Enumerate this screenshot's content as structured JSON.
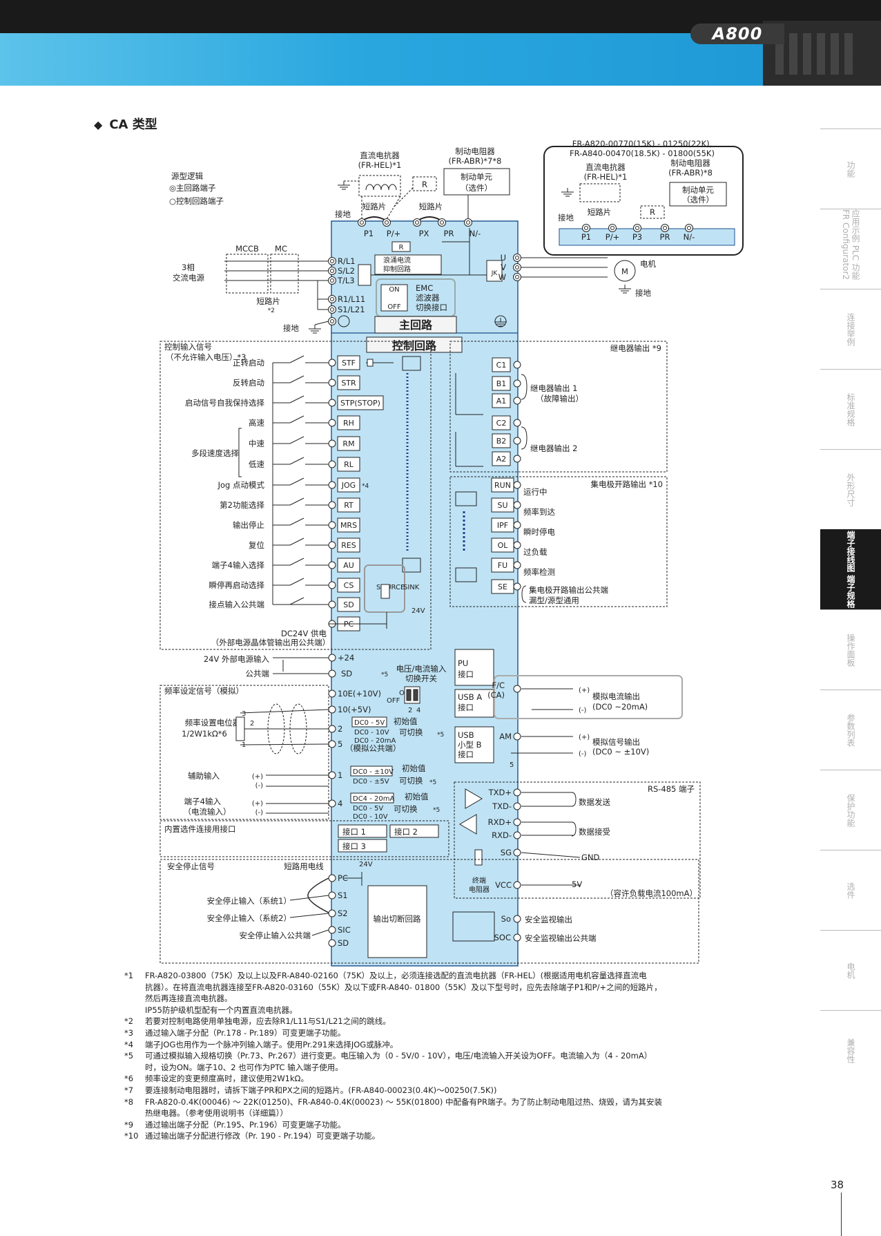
{
  "header": {
    "brand": "A800"
  },
  "section_title": "CA 类型",
  "sidebar": {
    "items": [
      {
        "label": "功能",
        "active": false
      },
      {
        "label": "应用示例 PLC 功能 FR Configurator2",
        "active": false
      },
      {
        "label": "连接举例",
        "active": false
      },
      {
        "label": "标准规格",
        "active": false
      },
      {
        "label": "外形尺寸",
        "active": false
      },
      {
        "label": "端子接线图 端子规格",
        "active": true
      },
      {
        "label": "操作面板",
        "active": false
      },
      {
        "label": "参数列表",
        "active": false
      },
      {
        "label": "保护功能",
        "active": false
      },
      {
        "label": "选件",
        "active": false
      },
      {
        "label": "电机",
        "active": false
      },
      {
        "label": "兼容性",
        "active": false
      }
    ]
  },
  "diagram": {
    "source_logic": [
      "源型逻辑",
      "◎主回路端子",
      "○控制回路端子"
    ],
    "dc_reactor": [
      "直流电抗器",
      "(FR-HEL)*1"
    ],
    "brake_resistor": [
      "制动电阻器",
      "(FR-ABR)*7*8"
    ],
    "brake_unit": [
      "制动单元",
      "（选件）"
    ],
    "ground": "接地",
    "short_bar": "短路片",
    "short_bar2": "短路片*2",
    "main_terminals": [
      "P1",
      "P/+",
      "PX",
      "PR",
      "N/-"
    ],
    "power_in": [
      "3相",
      "交流电源"
    ],
    "mccb": "MCCB",
    "mc": "MC",
    "inputs": [
      "R/L1",
      "S/L2",
      "T/L3",
      "R1/L11",
      "S1/L21"
    ],
    "r_box": "R",
    "inrush": [
      "浪涌电流",
      "抑制回路"
    ],
    "emc": [
      "ON",
      "OFF",
      "EMC",
      "滤波器",
      "切换接口"
    ],
    "outputs": [
      "U",
      "V",
      "W"
    ],
    "motor": "电机",
    "motor_m": "M",
    "main_circuit": "主回路",
    "control_circuit": "控制回路",
    "inset": {
      "models": [
        "FR-A820-00770(15K) - 01250(22K),",
        "FR-A840-00470(18.5K) - 01800(55K)"
      ],
      "reactor": [
        "直流电抗器",
        "(FR-HEL)*1"
      ],
      "resistor": [
        "制动电阻器",
        "(FR-ABR)*8"
      ],
      "unit": [
        "制动单元",
        "（选件）"
      ],
      "ground": "接地",
      "short": "短路片",
      "terminals": [
        "P1",
        "P/+",
        "P3",
        "PR",
        "N/-"
      ]
    },
    "ctrl_input_title": [
      "控制输入信号",
      "（不允许输入电压）*3"
    ],
    "ctrl_inputs": [
      {
        "label": "正转启动",
        "term": "STF"
      },
      {
        "label": "反转启动",
        "term": "STR"
      },
      {
        "label": "启动信号自我保持选择",
        "term": "STP(STOP)"
      },
      {
        "label": "高速",
        "term": "RH"
      },
      {
        "label": "中速",
        "term": "RM"
      },
      {
        "label": "低速",
        "term": "RL"
      },
      {
        "label": "Jog 点动模式",
        "term": "JOG"
      },
      {
        "label": "第2功能选择",
        "term": "RT"
      },
      {
        "label": "输出停止",
        "term": "MRS"
      },
      {
        "label": "复位",
        "term": "RES"
      },
      {
        "label": "端子4输入选择",
        "term": "AU"
      },
      {
        "label": "瞬停再启动选择",
        "term": "CS"
      },
      {
        "label": "接点输入公共端",
        "term": "SD"
      },
      {
        "label": "",
        "term": "PC"
      }
    ],
    "multi_speed": "多段速度选择",
    "jog_note": "*4",
    "source": "SOURCE",
    "sink": "SINK",
    "v24": "24V",
    "dc24": [
      "DC24V 供电",
      "（外部电源晶体管输出用公共端）"
    ],
    "relay_title": "继电器输出 *9",
    "relay_terms": [
      "C1",
      "B1",
      "A1",
      "C2",
      "B2",
      "A2"
    ],
    "relay1": [
      "继电器输出 1",
      "（故障输出）"
    ],
    "relay2": "继电器输出 2",
    "oc_title": "集电极开路输出 *10",
    "oc_outputs": [
      {
        "term": "RUN",
        "label": "运行中"
      },
      {
        "term": "SU",
        "label": "频率到达"
      },
      {
        "term": "IPF",
        "label": "瞬时停电"
      },
      {
        "term": "OL",
        "label": "过负载"
      },
      {
        "term": "FU",
        "label": "频率检测"
      },
      {
        "term": "SE",
        "label": "集电极开路输出公共端"
      }
    ],
    "oc_common2": "漏型/源型通用",
    "ext24": [
      "24V 外部电源输入",
      "公共端"
    ],
    "ext_terms": [
      "+24",
      "SD"
    ],
    "vi_switch": [
      "电压/电流输入",
      "切换开关"
    ],
    "vi_on_off": [
      "ON",
      "OFF",
      "2",
      "4"
    ],
    "star5": "*5",
    "pu": [
      "PU",
      "接口"
    ],
    "usba": [
      "USB A",
      "接口"
    ],
    "usbb": [
      "USB",
      "小型 B",
      "接口"
    ],
    "freq_title": "频率设定信号（模拟）",
    "freq_terms": [
      "10E(+10V)",
      "10(+5V)",
      "2",
      "5",
      "1",
      "4"
    ],
    "pot": [
      "频率设置电位器",
      "1/2W1kΩ*6"
    ],
    "pot_pins": [
      "3",
      "2",
      "1"
    ],
    "t2_sel": [
      "DC0 - 5V",
      "DC0 - 10V",
      "DC0 - 20mA",
      "初始值",
      "可切换"
    ],
    "analog_common": "（模拟公共端）",
    "t1_sel": [
      "DC0 - ±10V",
      "DC0 - ±5V",
      "初始值",
      "可切换"
    ],
    "t4_sel": [
      "DC4 - 20mA",
      "DC0 - 5V",
      "DC0 - 10V",
      "初始值",
      "可切换"
    ],
    "aux_in": [
      "辅助输入",
      "(+)",
      "(-)"
    ],
    "t4_in": [
      "端子4输入",
      "（电流输入）",
      "(+)",
      "(-)"
    ],
    "fca": [
      "F/C",
      "(CA)"
    ],
    "analog_current": [
      "模拟电流输出",
      "(DC0 ~20mA)"
    ],
    "am": "AM",
    "analog_signal": [
      "模拟信号输出",
      "(DC0 ~ ±10V)"
    ],
    "plus_minus": [
      "(+)",
      "(-)"
    ],
    "rs485": "RS-485 端子",
    "rs485_terms": [
      "TXD+",
      "TXD-",
      "RXD+",
      "RXD-",
      "SG",
      "VCC"
    ],
    "data_send": "数据发送",
    "data_recv": "数据接受",
    "gnd": "GND",
    "v5": "5V",
    "terminator": [
      "终端",
      "电阻器"
    ],
    "load_current": "（容许负载电流100mA）",
    "option_title": "内置选件连接用接口",
    "connectors": [
      "接口 1",
      "接口 2",
      "接口 3"
    ],
    "safety_title": "安全停止信号",
    "short_wire": "短路用电线",
    "safety_terms": [
      "PC",
      "S1",
      "S2",
      "SIC",
      "SD"
    ],
    "safety_inputs": [
      "安全停止输入（系统1）",
      "安全停止输入（系统2）",
      "安全停止输入公共端"
    ],
    "output_cutoff": "输出切断回路",
    "so_terms": [
      "So",
      "SOC"
    ],
    "safety_monitor": [
      "安全监视输出",
      "安全监视输出公共端"
    ]
  },
  "notes": [
    {
      "mark": "*1",
      "lines": [
        "FR-A820-03800（75K）及以上以及FR-A840-02160（75K）及以上，必须连接选配的直流电抗器（FR-HEL）(根据适用电机容量选择直流电",
        "抗器）。在将直流电抗器连接至FR-A820-03160（55K）及以下或FR-A840- 01800（55K）及以下型号时，应先去除端子P1和P/+之间的短路片，",
        "然后再连接直流电抗器。",
        "IP55防护级机型配有一个内置直流电抗器。"
      ]
    },
    {
      "mark": "*2",
      "lines": [
        "若要对控制电路使用单独电源，应去除R1/L11与S1/L21之间的跳线。"
      ]
    },
    {
      "mark": "*3",
      "lines": [
        "通过输入端子分配（Pr.178 - Pr.189）可变更端子功能。"
      ]
    },
    {
      "mark": "*4",
      "lines": [
        "端子JOG也用作为一个脉冲列输入端子。使用Pr.291来选择JOG或脉冲。"
      ]
    },
    {
      "mark": "*5",
      "lines": [
        "可通过模拟输入规格切换（Pr.73、Pr.267）进行变更。电压输入为（0 - 5V/0 - 10V），电压/电流输入开关设为OFF。电流输入为（4 - 20mA）",
        "时，设为ON。端子10、2 也可作为PTC 输入端子使用。"
      ]
    },
    {
      "mark": "*6",
      "lines": [
        "频率设定的变更频度高时，建议使用2W1kΩ。"
      ]
    },
    {
      "mark": "*7",
      "lines": [
        "要连接制动电阻器时，请拆下端子PR和PX之间的短路片。(FR-A840-00023(0.4K)～00250(7.5K))"
      ]
    },
    {
      "mark": "*8",
      "lines": [
        "FR-A820-0.4K(00046) ～ 22K(01250)、FR-A840-0.4K(00023) ～ 55K(01800) 中配备有PR端子。为了防止制动电阻过热、烧毁，请为其安装",
        "热继电器。（参考使用说明书（详细篇））"
      ]
    },
    {
      "mark": "*9",
      "lines": [
        "通过输出端子分配（Pr.195、Pr.196）可变更端子功能。"
      ]
    },
    {
      "mark": "*10",
      "lines": [
        "通过输出端子分配进行修改（Pr. 190 - Pr.194）可变更端子功能。"
      ]
    }
  ],
  "page_number": "38"
}
